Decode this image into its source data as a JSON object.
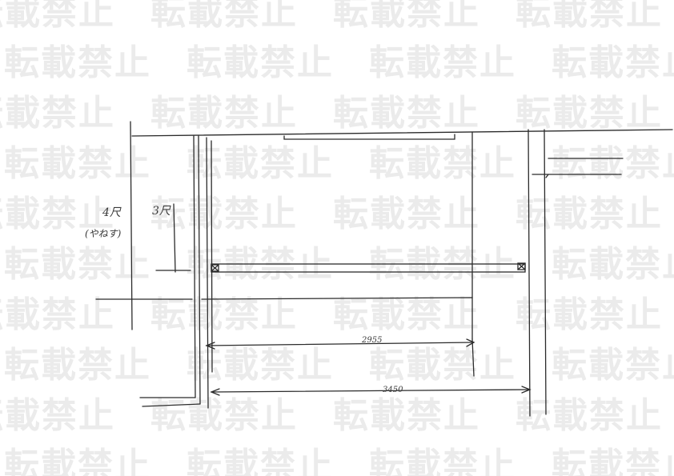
{
  "watermark": {
    "text": "転載禁止"
  },
  "annotations": {
    "height_left": "4尺",
    "height_left_note": "(やねす)",
    "height_inner": "3尺",
    "dim_inner": "2955",
    "dim_outer": "3450"
  },
  "colors": {
    "ink": "#2b2b2b",
    "watermark": "#ebebeb"
  }
}
